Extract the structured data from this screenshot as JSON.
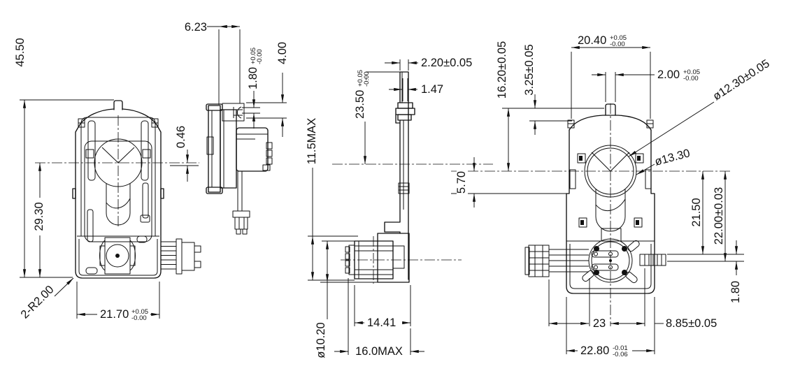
{
  "drawing": {
    "colors": {
      "ink": "#111111",
      "background": "#ffffff"
    },
    "dims": {
      "d45_50": "45.50",
      "d29_30": "29.30",
      "r2": "2-R2.00",
      "d21_70": {
        "v": "21.70",
        "tp": "+0.05",
        "tb": "-0.00"
      },
      "d0_46": "0.46",
      "d6_23": "6.23",
      "d1_80": {
        "v": "1.80",
        "tp": "+0.05",
        "tb": "-0.00"
      },
      "d4_00": "4.00",
      "d2_20": "2.20±0.05",
      "d1_47": "1.47",
      "d23_50": {
        "v": "23.50",
        "tp": "+0.05",
        "tb": "-0.00"
      },
      "d11_5": "11.5MAX",
      "d10_20": "ø10.20",
      "d14_41": "14.41",
      "d16_0": "16.0MAX",
      "d20_40": {
        "v": "20.40",
        "tp": "+0.05",
        "tb": "-0.00"
      },
      "d2_00": {
        "v": "2.00",
        "tp": "+0.05",
        "tb": "-0.00"
      },
      "d16_20": "16.20±0.05",
      "d3_25": "3.25±0.05",
      "d12_30": "ø12.30±0.05",
      "d13_30": "ø13.30",
      "d5_70": "5.70",
      "d21_50": "21.50",
      "d22_00": "22.00±0.03",
      "d1_80r": "1.80",
      "d23": "23",
      "d8_85": "8.85±0.05",
      "d22_80": {
        "v": "22.80",
        "tp": "-0.01",
        "tb": "-0.06"
      }
    }
  }
}
